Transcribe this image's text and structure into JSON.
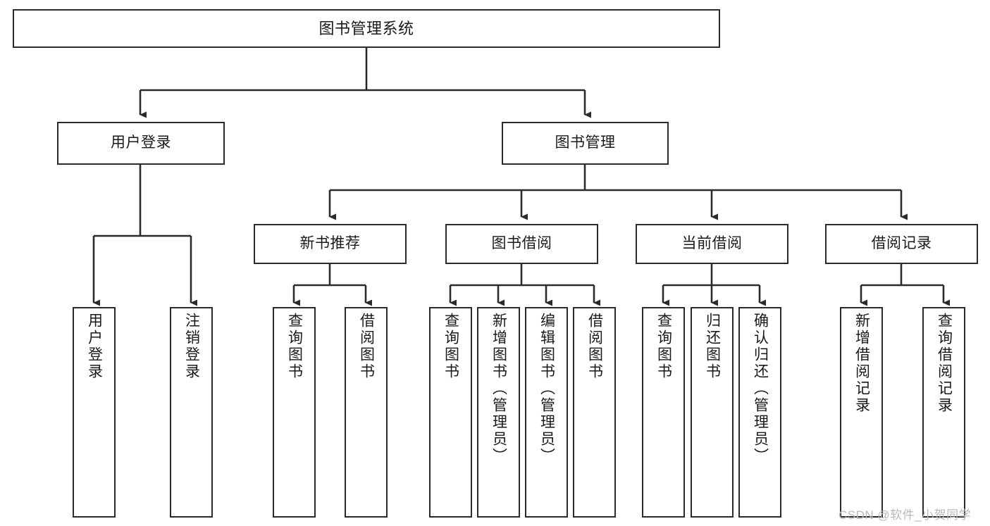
{
  "diagram": {
    "title": "图书管理系统",
    "type": "tree",
    "orientation": "top-down",
    "colors": {
      "box_border": "#2b2b2b",
      "box_fill": "#ffffff",
      "connector": "#2b2b2b",
      "text": "#1a1a1a",
      "watermark": "#b9b9b9",
      "background": "#ffffff"
    },
    "root": {
      "id": "root",
      "label": "图书管理系统",
      "text_orientation": "horizontal"
    },
    "level2": [
      {
        "id": "user-login",
        "label": "用户登录",
        "text_orientation": "horizontal"
      },
      {
        "id": "book-management",
        "label": "图书管理",
        "text_orientation": "horizontal"
      }
    ],
    "level3": [
      {
        "id": "new-book-recommend",
        "label": "新书推荐",
        "parent": "book-management",
        "text_orientation": "horizontal"
      },
      {
        "id": "book-borrow",
        "label": "图书借阅",
        "parent": "book-management",
        "text_orientation": "horizontal"
      },
      {
        "id": "current-borrow",
        "label": "当前借阅",
        "parent": "book-management",
        "text_orientation": "horizontal"
      },
      {
        "id": "borrow-record",
        "label": "借阅记录",
        "parent": "book-management",
        "text_orientation": "horizontal"
      }
    ],
    "leaves": [
      {
        "id": "leaf-user-login",
        "label": "用户登录",
        "parent": "user-login",
        "text_orientation": "vertical"
      },
      {
        "id": "leaf-user-logout",
        "label": "注销登录",
        "parent": "user-login",
        "text_orientation": "vertical"
      },
      {
        "id": "leaf-recommend-query",
        "label": "查询图书",
        "parent": "new-book-recommend",
        "text_orientation": "vertical"
      },
      {
        "id": "leaf-recommend-borrow",
        "label": "借阅图书",
        "parent": "new-book-recommend",
        "text_orientation": "vertical"
      },
      {
        "id": "leaf-borrow-query",
        "label": "查询图书",
        "parent": "book-borrow",
        "text_orientation": "vertical"
      },
      {
        "id": "leaf-borrow-add",
        "label": "新增图书（管理员）",
        "parent": "book-borrow",
        "text_orientation": "vertical"
      },
      {
        "id": "leaf-borrow-edit",
        "label": "编辑图书（管理员）",
        "parent": "book-borrow",
        "text_orientation": "vertical"
      },
      {
        "id": "leaf-borrow-lend",
        "label": "借阅图书",
        "parent": "book-borrow",
        "text_orientation": "vertical"
      },
      {
        "id": "leaf-current-query",
        "label": "查询图书",
        "parent": "current-borrow",
        "text_orientation": "vertical"
      },
      {
        "id": "leaf-current-return",
        "label": "归还图书",
        "parent": "current-borrow",
        "text_orientation": "vertical"
      },
      {
        "id": "leaf-current-confirm",
        "label": "确认归还（管理员）",
        "parent": "current-borrow",
        "text_orientation": "vertical"
      },
      {
        "id": "leaf-record-add",
        "label": "新增借阅记录",
        "parent": "borrow-record",
        "text_orientation": "vertical"
      },
      {
        "id": "leaf-record-query",
        "label": "查询借阅记录",
        "parent": "borrow-record",
        "text_orientation": "vertical"
      }
    ],
    "watermark": "CSDN @软件_小贺同学"
  }
}
